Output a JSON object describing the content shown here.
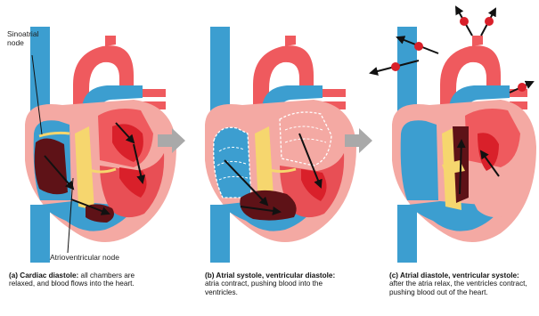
{
  "labels": {
    "sinoatrial": "Sinoatrial node",
    "atrioventricular": "Atrioventricular node"
  },
  "captions": [
    {
      "bold": "(a) Cardiac diastole:",
      "text": " all chambers are relaxed, and blood flows into the heart."
    },
    {
      "bold": "(b) Atrial systole, ventricular diastole:",
      "text": " atria contract, pushing blood into the ventricles."
    },
    {
      "bold": "(c) Atrial diastole, ventricular systole:",
      "text": " after the atria relax, the ventricles contract, pushing blood out of the heart."
    }
  ],
  "colors": {
    "deoxygenated": "#3c9ed0",
    "oxygenated": "#ef5a5e",
    "wall_pink": "#f4a9a3",
    "deep_red": "#d9202a",
    "dark_blood": "#5e1217",
    "conduction": "#f6d66e",
    "step_arrow": "#a9a9a9"
  },
  "icons": [
    "flow-arrow-icon",
    "step-arrow-icon",
    "output-arrow-icon"
  ]
}
